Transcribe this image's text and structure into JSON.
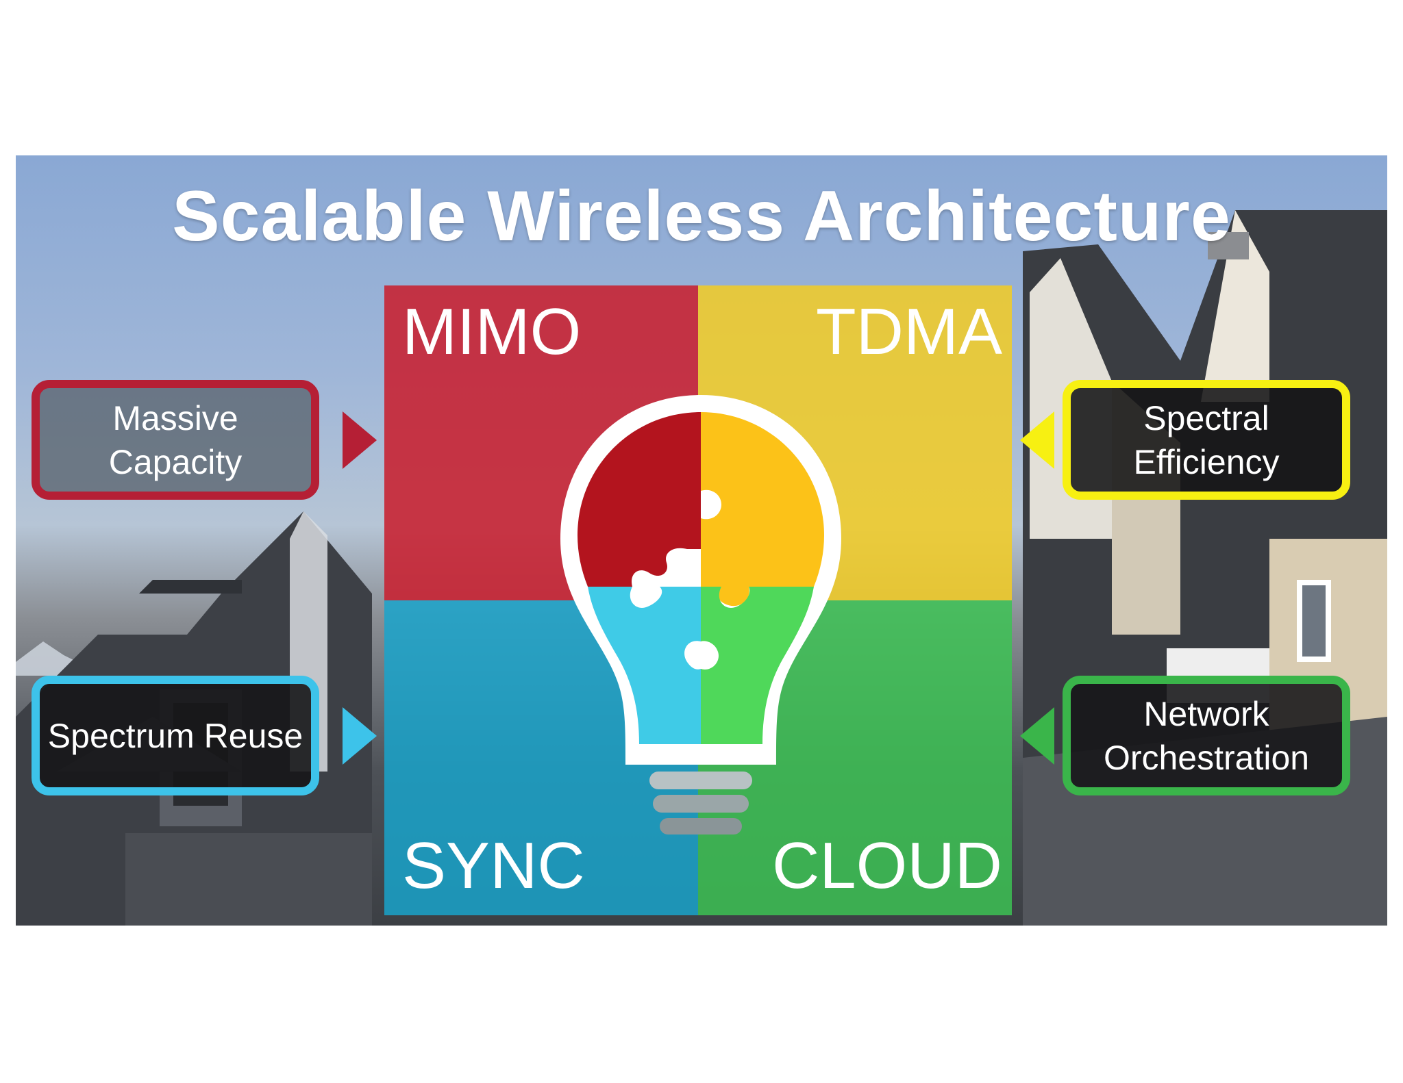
{
  "title": "Scalable Wireless Architecture",
  "quadrants": {
    "top_left": "MIMO",
    "top_right": "TDMA",
    "bottom_left": "SYNC",
    "bottom_right": "CLOUD"
  },
  "callouts": {
    "massive_capacity": {
      "line1": "Massive",
      "line2": "Capacity",
      "color": "#b51f35"
    },
    "spectral_efficiency": {
      "line1": "Spectral",
      "line2": "Efficiency",
      "color": "#f7f012"
    },
    "spectrum_reuse": {
      "line1": "Spectrum Reuse",
      "color": "#3dc3ea"
    },
    "network_orchestration": {
      "line1": "Network",
      "line2": "Orchestration",
      "color": "#3ab54a"
    }
  },
  "colors": {
    "red": "#c82030",
    "yellow": "#f2cc24",
    "blue": "#18a4cc",
    "green": "#3cc454"
  },
  "icons": [
    "lightbulb-puzzle-icon"
  ]
}
